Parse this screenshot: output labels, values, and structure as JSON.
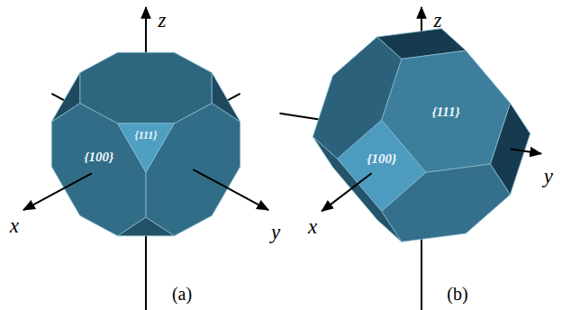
{
  "diagram": {
    "labels": [
      "z",
      "{111}",
      "{100}",
      "x",
      "y",
      "(a)",
      "z",
      "{111}",
      "{100}",
      "x",
      "y",
      "(b)"
    ]
  }
}
